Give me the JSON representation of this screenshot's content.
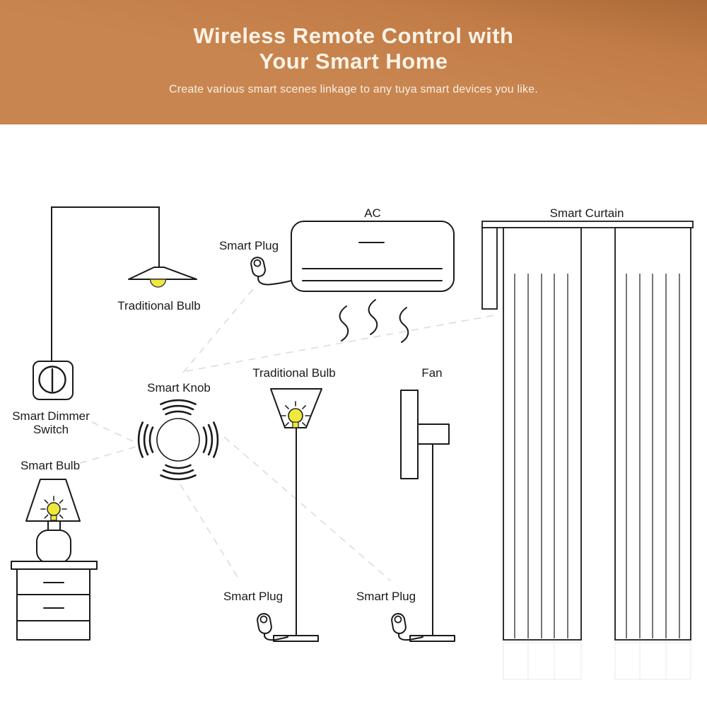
{
  "banner": {
    "title_line1": "Wireless Remote Control with",
    "title_line2": "Your Smart Home",
    "subtitle": "Create various smart scenes linkage to any tuya smart devices you like.",
    "bg_color": "#c9854f",
    "text_color": "#faf3e7"
  },
  "diagram": {
    "labels": {
      "pendant_bulb": "Traditional Bulb",
      "smart_plug_ac": "Smart Plug",
      "ac": "AC",
      "smart_curtain": "Smart Curtain",
      "smart_knob": "Smart Knob",
      "floor_bulb": "Traditional Bulb",
      "fan": "Fan",
      "dimmer_line1": "Smart Dimmer",
      "dimmer_line2": "Switch",
      "smart_bulb": "Smart Bulb",
      "smart_plug_lamp": "Smart Plug",
      "smart_plug_fan": "Smart Plug"
    },
    "colors": {
      "line": "#1a1a1a",
      "bulb_yellow": "#efe93c",
      "dashed_line": "#dcdcdc"
    }
  }
}
